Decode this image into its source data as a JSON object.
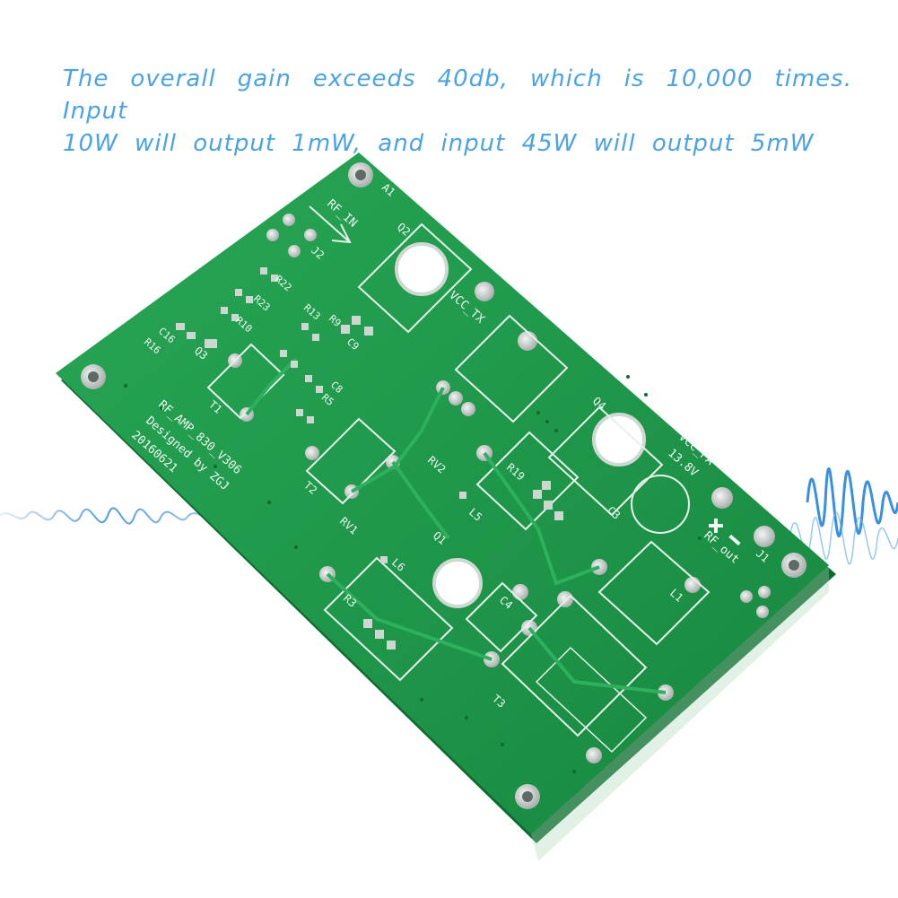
{
  "caption": {
    "line1": "The overall gain exceeds 40db, which is 10,000 times. Input",
    "line2": "10W will output 1mW, and input 45W will output 5mW"
  },
  "board": {
    "color": "#1f9a4c",
    "silkscreen_color": "#f2f6f2",
    "labels": {
      "rf_in": "RF_IN",
      "a1": "A1",
      "j2": "J2",
      "q2": "Q2",
      "vcc_tx": "VCC_TX",
      "q4": "Q4",
      "vcc_pa": "VCC_PA",
      "voltage": "13.8V",
      "c3": "C3",
      "rf_out": "RF_out",
      "j1": "J1",
      "l1": "L1",
      "t3": "T3",
      "c4": "C4",
      "q1": "Q1",
      "l6": "L6",
      "l5": "L5",
      "r3": "R3",
      "r19": "R19",
      "rv1": "RV1",
      "rv2": "RV2",
      "t2": "T2",
      "t1": "T1",
      "q3": "Q3",
      "r16": "R16",
      "c16": "C16",
      "r10": "R10",
      "r23": "R23",
      "r22": "R22",
      "r13": "R13",
      "r9": "R9",
      "c9": "C9",
      "c8": "C8",
      "r5": "R5",
      "board_name": "RF_AMP_830_V306",
      "designer": "Designed by ZGJ",
      "date": "20160621"
    }
  },
  "waveform_color": "#3a8fe0"
}
